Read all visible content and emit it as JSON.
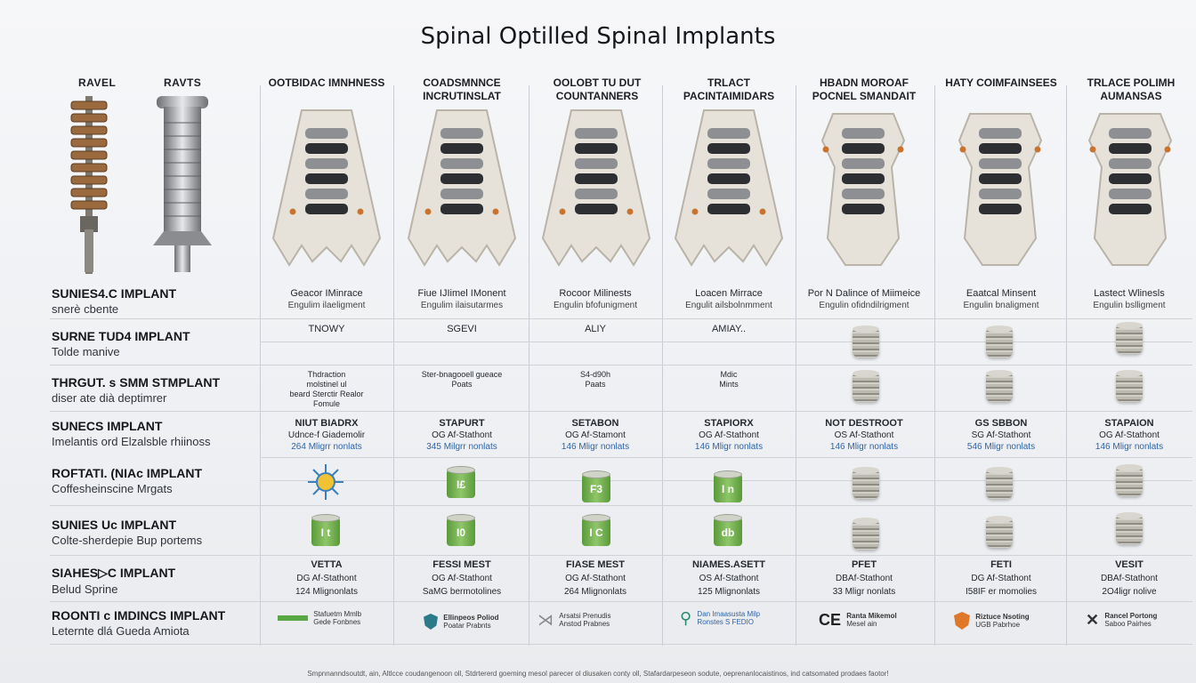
{
  "title": "Spinal Optilled Spinal Implants",
  "side_heads": [
    "RAVEL",
    "RAVTS"
  ],
  "columns": [
    {
      "head": "OOTBIDAC IMNHNESS",
      "top_a": "Geacor IMinrace",
      "top_b": "Engulim ilaeligment"
    },
    {
      "head": "COADSMNNCE INCRUTINSLAT",
      "top_a": "Fiue IJIimel IMonent",
      "top_b": "Engulim ilaisutarmes"
    },
    {
      "head": "OOLOBT TU DUT COUNTANNERS",
      "top_a": "Rocoor Milinests",
      "top_b": "Engulin bfofunigment"
    },
    {
      "head": "TRLACT PACINTAIMIDARS",
      "top_a": "Loacen Mirrace",
      "top_b": "Engulit ailsbolnmment"
    },
    {
      "head": "HBADN MOROAF POCNEL SMANDAIT",
      "top_a": "Por N Dalince of Miimeice",
      "top_b": "Engulin ofidndilrigment"
    },
    {
      "head": "HATY COIMFAINSEES",
      "top_a": "Eaatcal Minsent",
      "top_b": "Engulin bnaligment"
    },
    {
      "head": "TRLACE POLIMH AUMANSAS",
      "top_a": "Lastect Wlinesls",
      "top_b": "Engulin bslligment"
    }
  ],
  "rows": [
    {
      "l1": "SUNIES4.C IMPLANT",
      "l2": "snerè cbente"
    },
    {
      "l1": "SURNE TUD4 IMPLANT",
      "l2": "Tolde manive"
    },
    {
      "l1": "THRGUT. s SMM STMPLANT",
      "l2": "diser ate dià deptimrer"
    },
    {
      "l1": "SUNECS IMPLANT",
      "l2": "Imelantis ord Elzalsble rhiinoss"
    },
    {
      "l1": "ROFTATI. (NIAc IMPLANT",
      "l2": "Coffesheinscine Mrgats"
    },
    {
      "l1": "SUNIES Uc IMPLANT",
      "l2": "Colte-sherdepie Bup portems"
    },
    {
      "l1": "SIAHES▷C IMPLANT",
      "l2": "Belud Sprine"
    },
    {
      "l1": "ROONTI c IMDINCS IMPLANT",
      "l2": "Leternte dlá Gueda Amiota"
    }
  ],
  "row2_vals": [
    "TNOWY",
    "SGEVI",
    "ALIY",
    "AMIAY.."
  ],
  "row3_vals": [
    [
      "Thdraction",
      "molstinel ul",
      "beard Sterctir Realor",
      "Fomule"
    ],
    [
      "Ster-bnagooell gueace",
      "Poats"
    ],
    [
      "S4-d90h",
      "Paats"
    ],
    [
      "Mdic",
      "Mints"
    ]
  ],
  "row4_vals": [
    {
      "hd": "NIUT BIADRX",
      "a": "Udnce-f Giademolir",
      "b": "264 Mligrr nonlats"
    },
    {
      "hd": "STAPURT",
      "a": "OG Af-Stathont",
      "b": "345 Milgrr nonlats"
    },
    {
      "hd": "SETABON",
      "a": "OG Af-Stamont",
      "b": "146 Mligr nonlats"
    },
    {
      "hd": "STAPIORX",
      "a": "OG Af-Stathont",
      "b": "146 Mligr nonlats"
    },
    {
      "hd": "NOT DESTROOT",
      "a": "OS Af-Stathont",
      "b": "146 Mligr nonlats"
    },
    {
      "hd": "GS SBBON",
      "a": "SG Af-Stathont",
      "b": "546 Mligr nonlats"
    },
    {
      "hd": "STAPAION",
      "a": "OG Af-Stathont",
      "b": "146 Mligr nonlats"
    }
  ],
  "can_labels": {
    "r5": [
      "I£",
      "F3",
      "I n"
    ],
    "r6": [
      "I t",
      "I0",
      "I C",
      "db"
    ]
  },
  "row7_vals": [
    {
      "hd": "VETTA",
      "a": "DG Af-Stathont",
      "b": "124 Mlignonlats"
    },
    {
      "hd": "FESSI MEST",
      "a": "OG Af-Stathont",
      "b": "SaMG bermotolines"
    },
    {
      "hd": "FIASE MEST",
      "a": "OG Af-Stathont",
      "b": "264 Mlignonlats"
    },
    {
      "hd": "NIAMES.ASETT",
      "a": "OS Af-Stathont",
      "b": "125 Mlignonlats"
    },
    {
      "hd": "PFET",
      "a": "DBAf-Stathont",
      "b": "33 Mligr nonlats"
    },
    {
      "hd": "FETI",
      "a": "DG Af-Stathont",
      "b": "I58IF er momolies"
    },
    {
      "hd": "VESIT",
      "a": "DBAf-Stathont",
      "b": "2O4ligr nolive"
    }
  ],
  "row8_logos": [
    {
      "a": "Stafuetm Mmlb",
      "b": "Gede Fonbnes"
    },
    {
      "a": "Ellinpeos Poliod",
      "b": "Poatar Prabnts"
    },
    {
      "a": "Arsatsi Prenudis",
      "b": "Anstod Prabnes"
    },
    {
      "a": "Dan Imaasusta Milp",
      "b": "Ronstes S FEDIO"
    },
    {
      "a": "Ranta Mikemol",
      "b": "Mesel ain"
    },
    {
      "a": "Riztuce Nsoting",
      "b": "UGB Pabrhoe"
    },
    {
      "a": "Rancel Portong",
      "b": "Saboo Pairhes"
    }
  ],
  "footer": "Smpnnanndsoutdt, ain, Altlcce coudangenoon oll, Stdrtererd goeming mesol parecer ol diusaken conty oll, Stafardarpeseon sodute, oeprenanlocaistinos, ind catsomated prodaes faotor!",
  "colors": {
    "accent_blue": "#2f64a8",
    "can_green": "#6aa84a",
    "bone": "#e6e2da"
  }
}
